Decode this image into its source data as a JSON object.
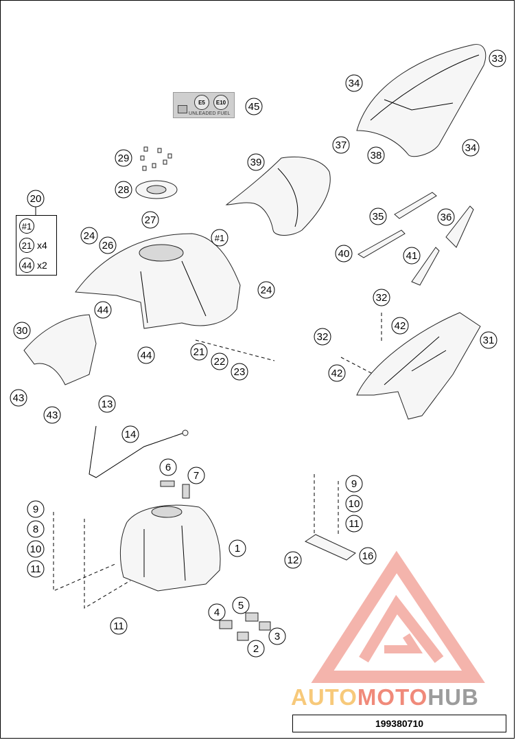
{
  "doc_number": "199380710",
  "kit": {
    "title": "20",
    "rows": [
      {
        "label": "#1",
        "qty": ""
      },
      {
        "label": "21",
        "qty": "x4"
      },
      {
        "label": "44",
        "qty": "x2"
      }
    ]
  },
  "fuel_label": {
    "e5": "E5",
    "e10": "E10",
    "text": "UNLEADED FUEL"
  },
  "callouts": {
    "c33": "33",
    "c34a": "34",
    "c34b": "34",
    "c37": "37",
    "c38": "38",
    "c45": "45",
    "c29": "29",
    "c28": "28",
    "c39": "39",
    "c27": "27",
    "c24a": "24",
    "c26": "26",
    "c1b": "#1",
    "c24b": "24",
    "c44a": "44",
    "c35": "35",
    "c36": "36",
    "c40": "40",
    "c41": "41",
    "c30": "30",
    "c44b": "44",
    "c21": "21",
    "c22": "22",
    "c23": "23",
    "c32a": "32",
    "c42a": "42",
    "c32b": "32",
    "c42b": "42",
    "c31": "31",
    "c43a": "43",
    "c43b": "43",
    "c13": "13",
    "c14": "14",
    "c6": "6",
    "c7": "7",
    "c9a": "9",
    "c8": "8",
    "c10a": "10",
    "c11a": "11",
    "c9b": "9",
    "c10b": "10",
    "c11b": "11",
    "c1": "1",
    "c12": "12",
    "c16": "16",
    "c11c": "11",
    "c4": "4",
    "c5": "5",
    "c3": "3",
    "c2": "2"
  },
  "watermark": {
    "part1": "AUTO",
    "part2": "MOTO",
    "part3": "HUB"
  },
  "colors": {
    "watermark_red": "#f08a7a",
    "watermark_gold": "#f7c97a",
    "watermark_gray": "#9c9c9c"
  }
}
